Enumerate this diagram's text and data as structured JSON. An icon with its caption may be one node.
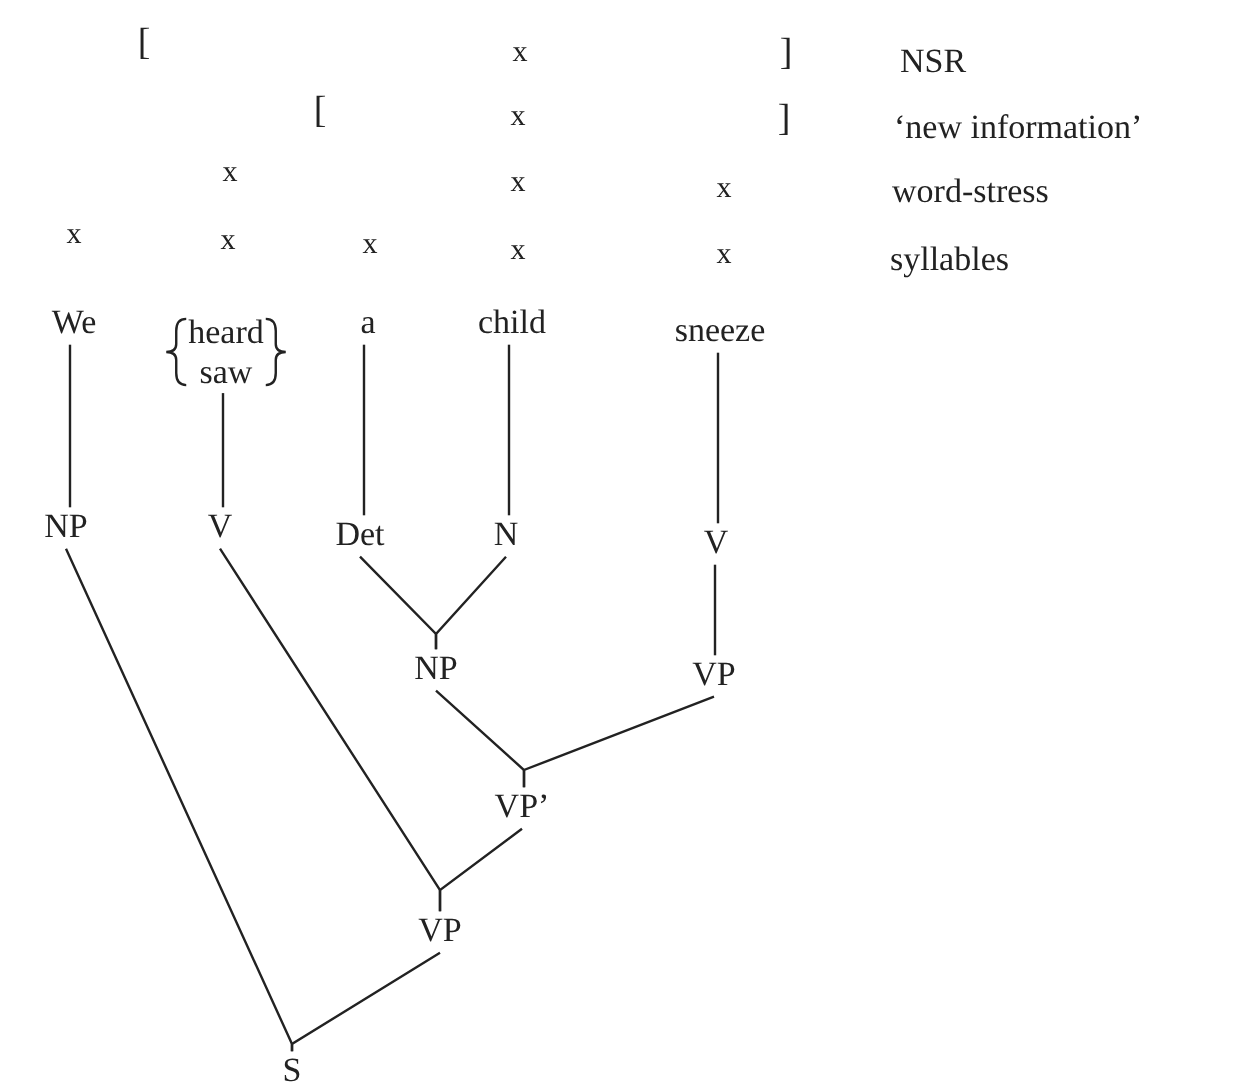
{
  "diagram": {
    "nodes": [
      {
        "text": [
          "We"
        ]
      },
      {
        "text": [
          "heard",
          "saw"
        ]
      },
      {
        "text": [
          "a"
        ]
      },
      {
        "text": [
          "child"
        ]
      },
      {
        "text": [
          "sneeze"
        ]
      },
      {
        "text": [
          "NP"
        ]
      },
      {
        "text": [
          "V"
        ]
      },
      {
        "text": [
          "Det"
        ]
      },
      {
        "text": [
          "N"
        ]
      },
      {
        "text": [
          "V"
        ]
      },
      {
        "text": [
          "NP"
        ]
      },
      {
        "text": [
          "VP"
        ]
      },
      {
        "text": [
          "VP’"
        ]
      },
      {
        "text": [
          "VP"
        ]
      },
      {
        "text": [
          "S"
        ]
      }
    ],
    "edges": [
      {
        "from": 0,
        "to": 5,
        "arrow": "none"
      },
      {
        "from": 1,
        "to": 6,
        "arrow": "none"
      },
      {
        "from": 2,
        "to": 7,
        "arrow": "none"
      },
      {
        "from": 3,
        "to": 8,
        "arrow": "none"
      },
      {
        "from": 4,
        "to": 9,
        "arrow": "none"
      },
      {
        "from": 7,
        "to": 10,
        "arrow": "none"
      },
      {
        "from": 8,
        "to": 10,
        "arrow": "none"
      },
      {
        "from": 9,
        "to": 11,
        "arrow": "none"
      },
      {
        "from": 10,
        "to": 12,
        "arrow": "none"
      },
      {
        "from": 11,
        "to": 12,
        "arrow": "none"
      },
      {
        "from": 6,
        "to": 13,
        "arrow": "none"
      },
      {
        "from": 12,
        "to": 13,
        "arrow": "none"
      },
      {
        "from": 5,
        "to": 14,
        "arrow": "none"
      },
      {
        "from": 13,
        "to": 14,
        "arrow": "none"
      }
    ],
    "labels": [
      "[",
      "x",
      "]",
      "NSR",
      "[",
      "x",
      "]",
      "‘new information’",
      "x",
      "x",
      "x",
      "word-stress",
      "x",
      "x",
      "x",
      "x",
      "x",
      "syllables"
    ]
  }
}
